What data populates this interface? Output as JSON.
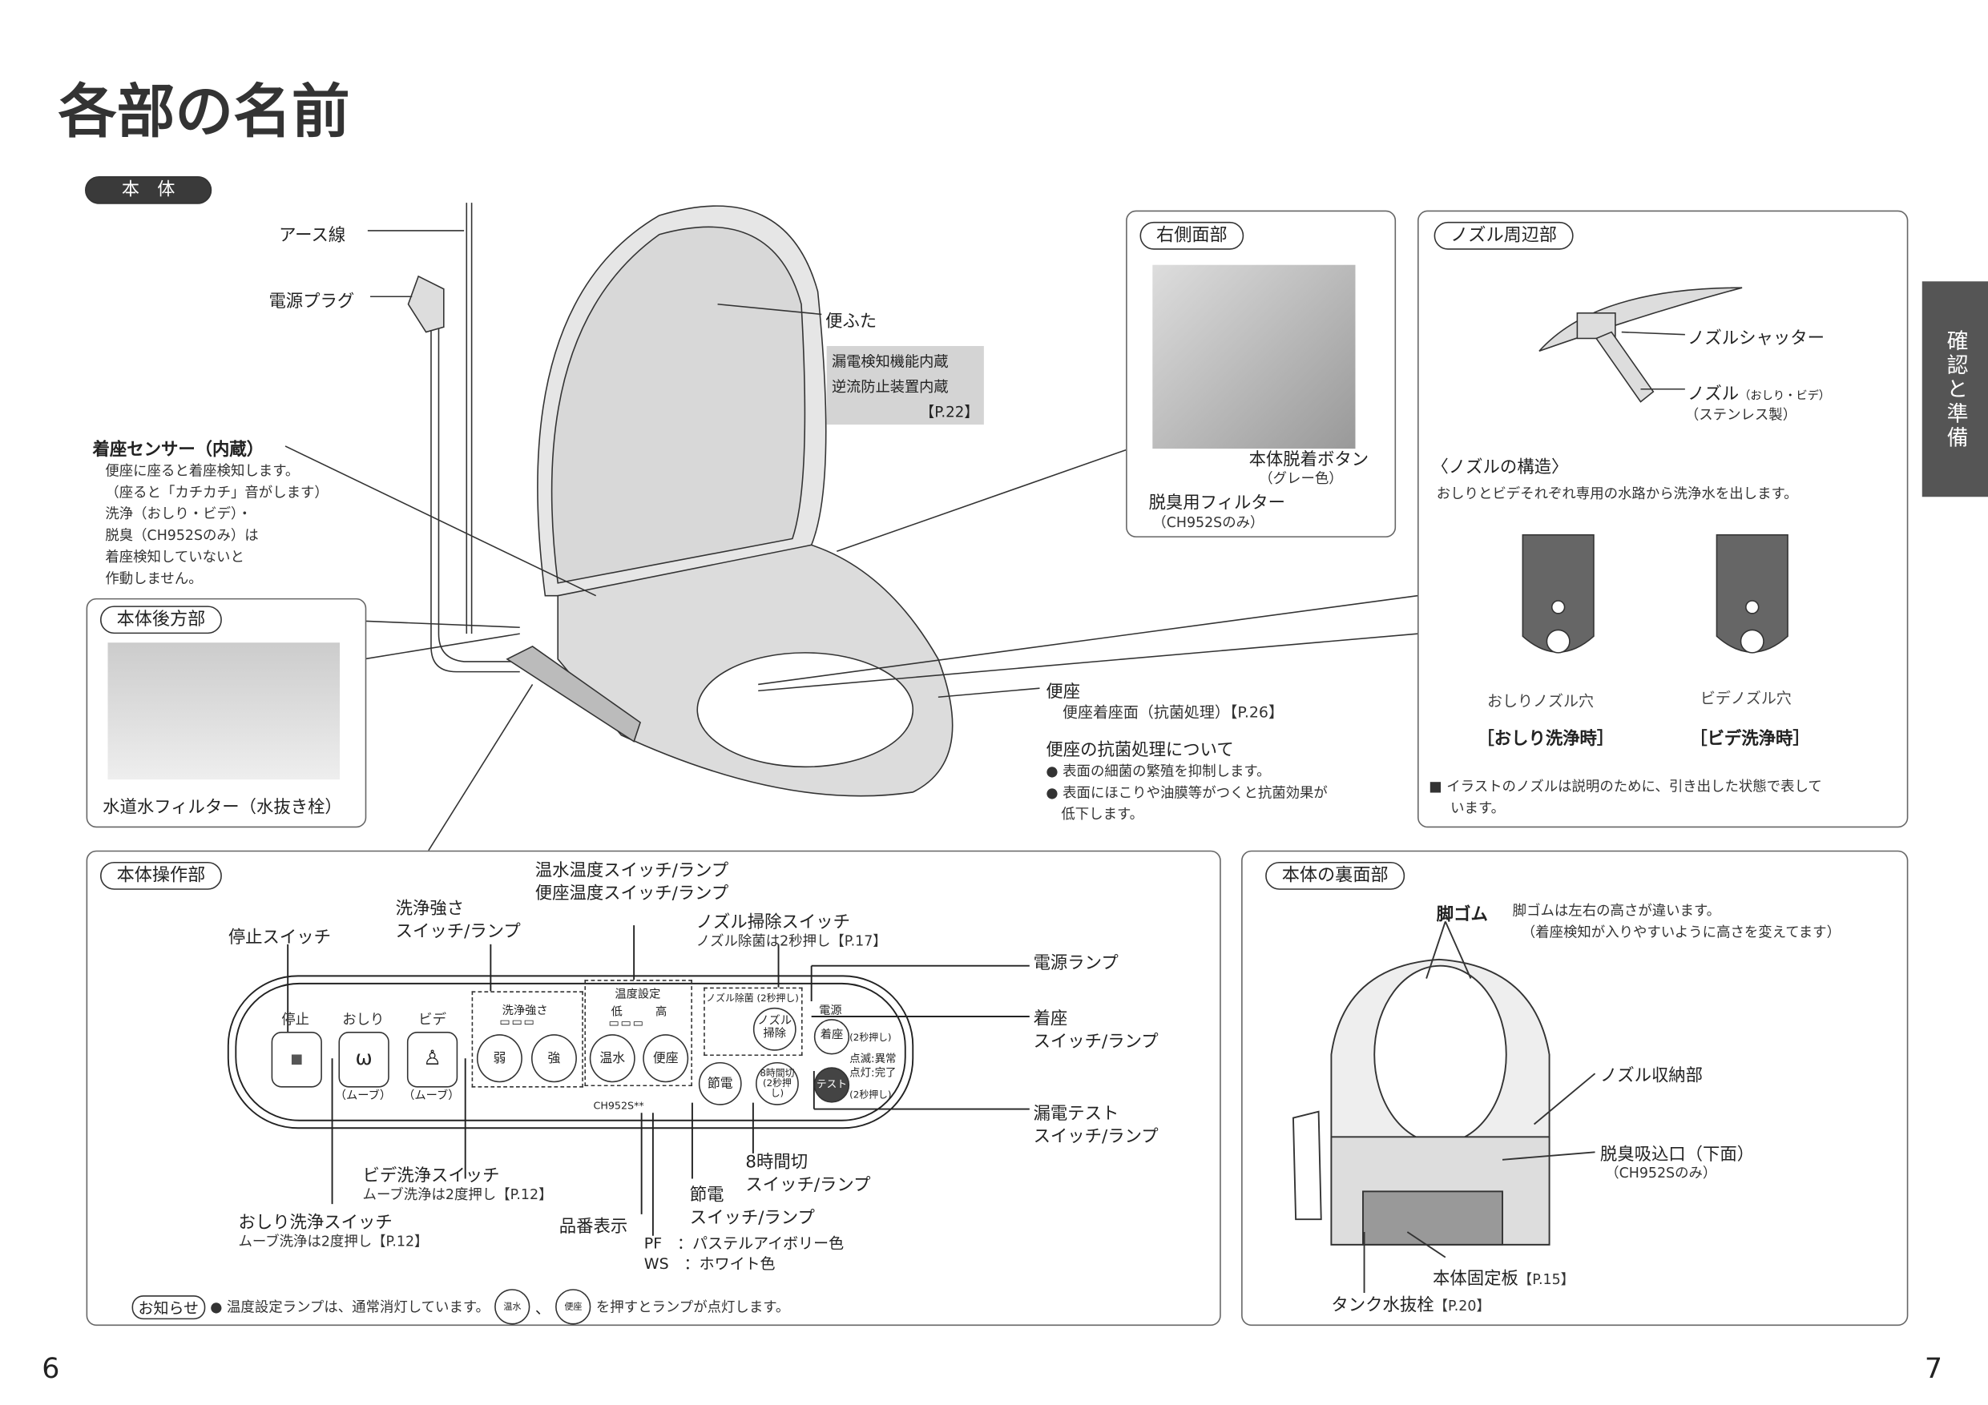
{
  "title": "各部の名前",
  "side_tab": "確認と準備",
  "page_numbers": {
    "left": "6",
    "right": "7"
  },
  "main_body": {
    "section_label": "本体",
    "earth_wire": "アース線",
    "power_plug": "電源プラグ",
    "lid": "便ふた",
    "notice_box": {
      "line1": "漏電検知機能内蔵",
      "line2": "逆流防止装置内蔵",
      "ref": "【P.22】"
    },
    "seat_sensor": {
      "title": "着座センサー（内蔵）",
      "lines": [
        "便座に座ると着座検知します。",
        "（座ると「カチカチ」音がします）",
        "洗浄（おしり・ビデ）・",
        "脱臭（CH952Sのみ）は",
        "着座検知していないと",
        "作動しません。"
      ]
    },
    "seat": {
      "title": "便座",
      "desc": "便座着座面（抗菌処理）【P.26】"
    },
    "antibacterial": {
      "title": "便座の抗菌処理について",
      "items": [
        "表面の細菌の繁殖を抑制します。",
        "表面にほこりや油膜等がつくと抗菌効果が",
        "低下します。"
      ]
    }
  },
  "rear": {
    "label": "本体後方部",
    "caption": "水道水フィルター（水抜き栓）"
  },
  "right_side": {
    "label": "右側面部",
    "button": "本体脱着ボタン",
    "button_color": "（グレー色）",
    "filter": "脱臭用フィルター",
    "filter_note": "（CH952Sのみ）"
  },
  "nozzle": {
    "label": "ノズル周辺部",
    "shutter": "ノズルシャッター",
    "nozzle": "ノズル",
    "nozzle_sub": "（おしり・ビデ）",
    "material": "（ステンレス製）",
    "structure_title": "〈ノズルの構造〉",
    "structure_desc": "おしりとビデそれぞれ専用の水路から洗浄水を出します。",
    "oshiri_hole": "おしりノズル穴",
    "bidet_hole": "ビデノズル穴",
    "oshiri_mode": "［おしり洗浄時］",
    "bidet_mode": "［ビデ洗浄時］",
    "note_line1": "■ イラストのノズルは説明のために、引き出した状態で表して",
    "note_line2": "います。"
  },
  "control": {
    "label": "本体操作部",
    "callouts": {
      "stop": "停止スイッチ",
      "strength1": "洗浄強さ",
      "strength2": "スイッチ/ランプ",
      "temp1": "温水温度スイッチ/ランプ",
      "temp2": "便座温度スイッチ/ランプ",
      "nozzle_clean": "ノズル掃除スイッチ",
      "nozzle_clean_sub": "ノズル除菌は2秒押し【P.17】",
      "power_lamp": "電源ランプ",
      "seat1": "着座",
      "seat2": "スイッチ/ランプ",
      "leak1": "漏電テスト",
      "leak2": "スイッチ/ランプ",
      "timer1": "8時間切",
      "timer2": "スイッチ/ランプ",
      "eco1": "節電",
      "eco2": "スイッチ/ランプ",
      "model": "品番表示",
      "bidet": "ビデ洗浄スイッチ",
      "bidet_sub": "ムーブ洗浄は2度押し【P.12】",
      "oshiri": "おしり洗浄スイッチ",
      "oshiri_sub": "ムーブ洗浄は2度押し【P.12】",
      "pf": "PF　：パステルアイボリー色",
      "ws": "WS　：ホワイト色"
    },
    "panel": {
      "stop": "停止",
      "oshiri": "おしり",
      "bidet": "ビデ",
      "move": "（ムーブ）",
      "strength_title": "洗浄強さ",
      "weak": "弱",
      "strong": "強",
      "temp_title": "温度設定",
      "low": "低",
      "high": "高",
      "water": "温水",
      "seat": "便座",
      "nozzle_title": "ノズル除菌 (2秒押し)",
      "nozzle_btn": "ノズル掃除",
      "power": "電源",
      "seat_btn": "着座",
      "press2": "(2秒押し)",
      "blink": "点滅:異常",
      "lit": "点灯:完了",
      "test": "テスト",
      "eco": "節電",
      "timer": "8時間切",
      "model": "CH952S**"
    },
    "notice_tag": "お知らせ",
    "notice_pre": "● 温度設定ランプは、通常消灯しています。",
    "notice_btn1": "温水",
    "notice_sep": "、",
    "notice_btn2": "便座",
    "notice_post": "を押すとランプが点灯します。"
  },
  "underside": {
    "label": "本体の裏面部",
    "feet": "脚ゴム",
    "feet_desc1": "脚ゴムは左右の高さが違います。",
    "feet_desc2": "（着座検知が入りやすいように高さを変えてます）",
    "nozzle_store": "ノズル収納部",
    "deodor_inlet": "脱臭吸込口（下面）",
    "deodor_note": "（CH952Sのみ）",
    "fix_plate": "本体固定板",
    "fix_ref": "【P.15】",
    "drain": "タンク水抜栓",
    "drain_ref": "【P.20】"
  }
}
